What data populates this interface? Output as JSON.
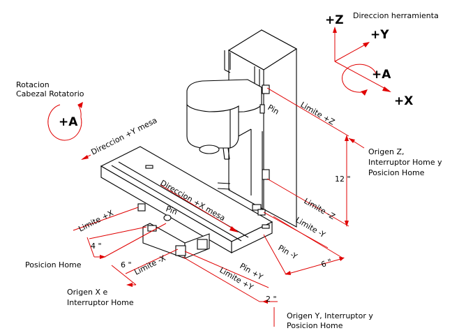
{
  "labels": {
    "axis_z": "+Z",
    "axis_y": "+Y",
    "axis_x": "+X",
    "axis_a": "+A",
    "tool_direction": "Direccion herramienta",
    "rotation_line1": "Rotacion",
    "rotation_line2": "Cabezal Rotatorio",
    "rotation_a": "+A",
    "dir_y_table": "Direccion +Y mesa",
    "dir_x_table": "Direccion +X mesa",
    "pin_head": "Pin",
    "pin_table": "Pin",
    "limit_plus_z": "Limite +Z",
    "limit_minus_z": "Limite -Z",
    "origin_z_line1": "Origen Z,",
    "origin_z_line2": "Interruptor Home y",
    "origin_z_line3": "Posicion Home",
    "dim_12": "12 \"",
    "limit_minus_y": "Limite -Y",
    "pin_minus_y": "Pin -Y",
    "dim_6_right": "6 \"",
    "limit_plus_x": "Limite +X",
    "dim_4": "4 \"",
    "home_position": "Posicion Home",
    "dim_6_left": "6 \"",
    "limit_minus_x": "Limite -X",
    "pin_plus_y": "Pin +Y",
    "limit_plus_y": "Limite +Y",
    "dim_2": "2 \"",
    "origin_x_line1": "Origen X e",
    "origin_x_line2": "Interruptor Home",
    "origin_y_line1": "Origen Y, Interruptor y",
    "origin_y_line2": "Posicion Home"
  },
  "colors": {
    "annotation": "#e00000",
    "line": "#000000",
    "background": "#ffffff"
  }
}
